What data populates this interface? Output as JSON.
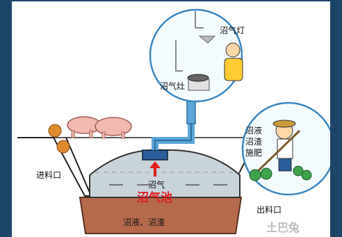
{
  "labels": {
    "biogas_lamp": "沼气灯",
    "biogas_stove": "沼气灶",
    "biogas_slurry": "沼液",
    "biogas_residue": "沼渣",
    "fertilize": "施肥",
    "feed_inlet": "进料口",
    "biogas": "沼气",
    "digester": "沼气池",
    "slurry_and_residue": "沼液、沼渣",
    "outlet": "出料口",
    "watermark": "土巴兔"
  },
  "colors": {
    "background": "#1c4466",
    "digester_title": "#e02020",
    "pipe": "#5aa6d8",
    "gas_dome": "#c9d3da",
    "sludge": "#b56a4c",
    "ground_line": "#222222"
  }
}
